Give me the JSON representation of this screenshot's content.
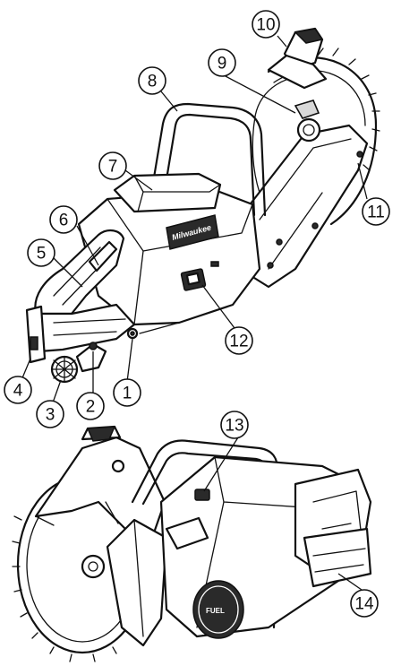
{
  "callouts": [
    {
      "label": "1"
    },
    {
      "label": "2"
    },
    {
      "label": "3"
    },
    {
      "label": "4"
    },
    {
      "label": "5"
    },
    {
      "label": "6"
    },
    {
      "label": "7"
    },
    {
      "label": "8"
    },
    {
      "label": "9"
    },
    {
      "label": "10"
    },
    {
      "label": "11"
    },
    {
      "label": "12"
    },
    {
      "label": "13"
    },
    {
      "label": "14"
    }
  ],
  "logo_text": "Milwaukee",
  "fuel_text": "FUEL",
  "colors": {
    "line": "#111111",
    "background": "#ffffff",
    "dark_fill": "#2a2a2a"
  }
}
